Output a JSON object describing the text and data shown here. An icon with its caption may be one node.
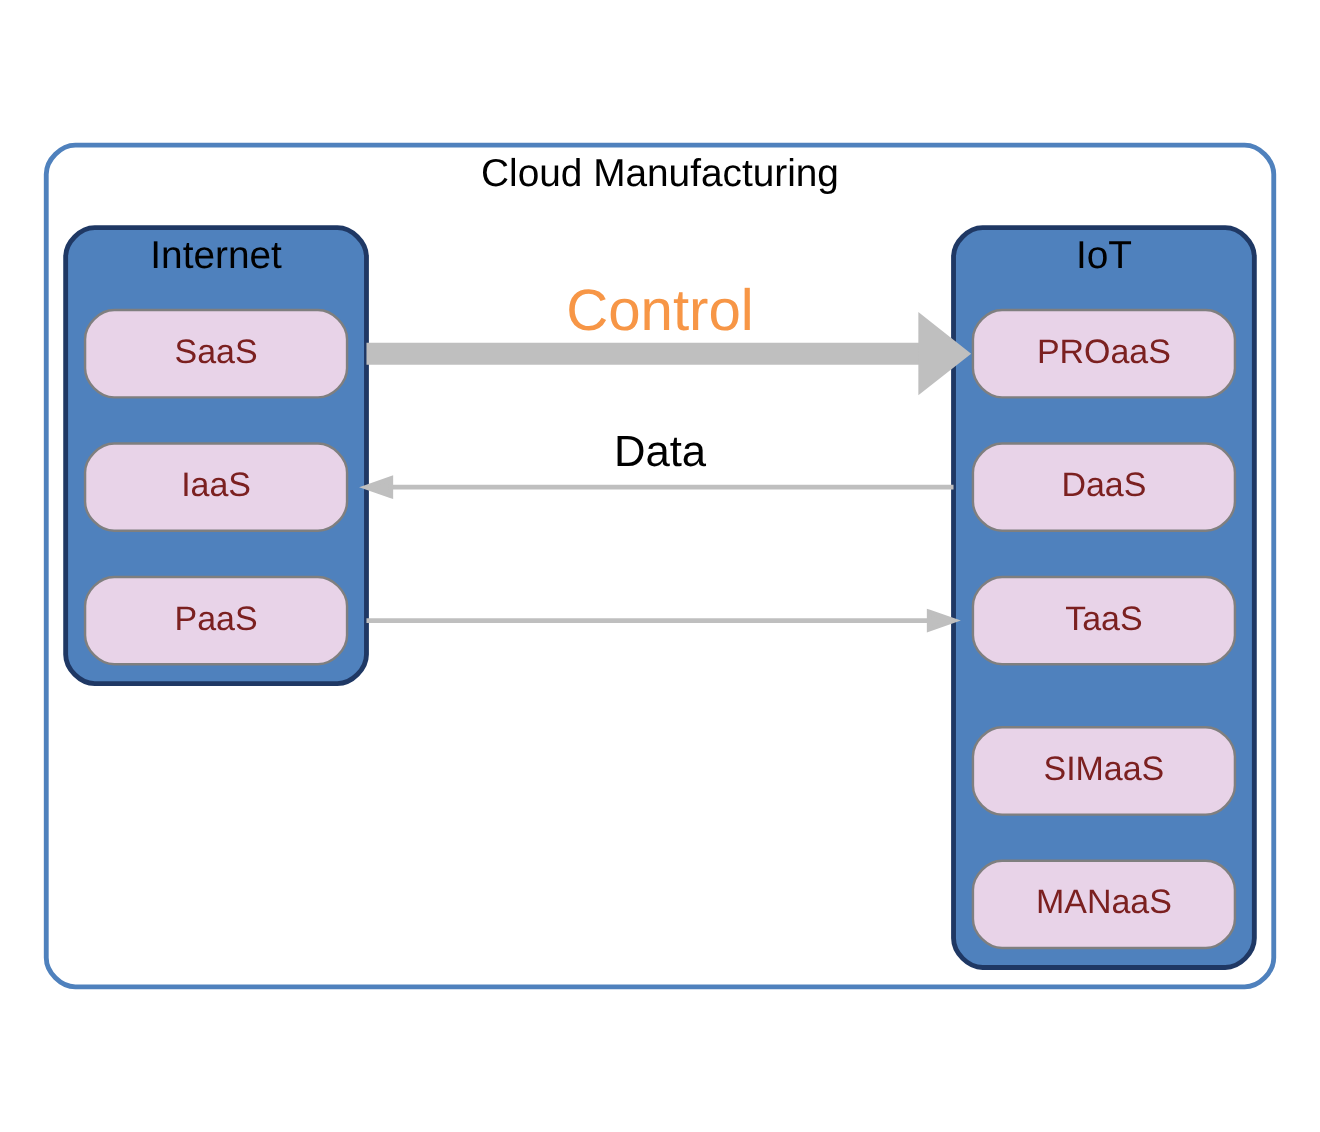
{
  "diagram": {
    "nodes": [
      {
        "text": [
          "Cloud Manufacturing"
        ]
      },
      {
        "text": [
          "IoT"
        ],
        "in": 0
      },
      {
        "text": [
          "PROaaS"
        ],
        "in": 1
      },
      {
        "text": [
          "DaaS"
        ],
        "in": 1
      },
      {
        "text": [
          "TaaS"
        ],
        "in": 1
      },
      {
        "text": [
          "SIMaaS"
        ],
        "in": 1
      },
      {
        "text": [
          "MANaaS"
        ],
        "in": 1
      },
      {
        "text": [
          "Internet"
        ],
        "in": 0
      },
      {
        "text": [
          "SaaS"
        ],
        "in": 7
      },
      {
        "text": [
          "IaaS"
        ],
        "in": 7
      },
      {
        "text": [
          "PaaS"
        ],
        "in": 7
      }
    ],
    "edges": [
      {
        "from": 7,
        "to": 1,
        "arrow": "to",
        "label": "Control",
        "style": "thick"
      },
      {
        "from": 1,
        "to": 7,
        "arrow": "to",
        "label": "Data"
      },
      {
        "from": 7,
        "to": 1,
        "arrow": "to"
      }
    ]
  }
}
